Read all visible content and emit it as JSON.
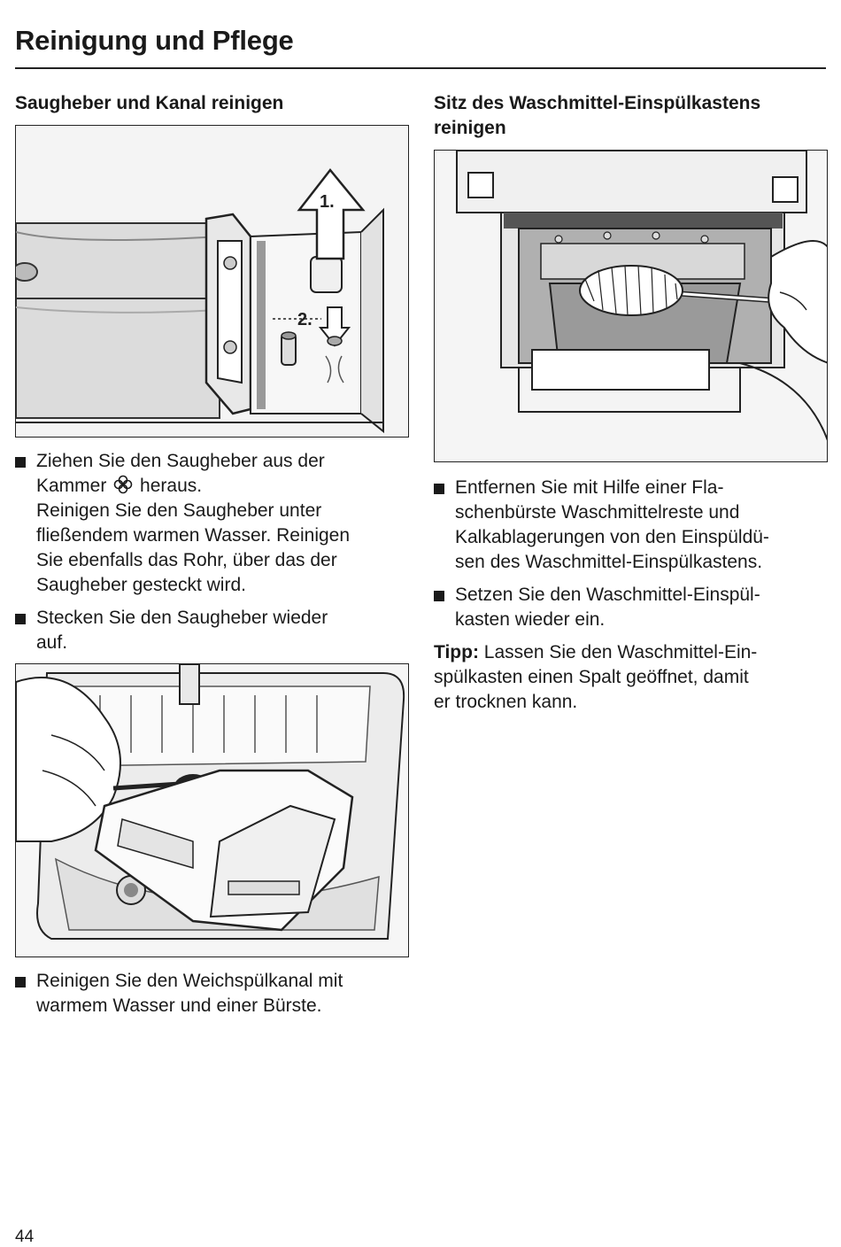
{
  "page": {
    "title": "Reinigung und Pflege",
    "number": "44"
  },
  "left": {
    "heading": "Saugheber und Kanal reinigen",
    "figure1": {
      "label_step1": "1.",
      "label_step2": "2."
    },
    "bullets_a": [
      {
        "lines": [
          "Ziehen Sie den Saugheber aus der",
          "Kammer",
          "heraus.",
          "Reinigen Sie den Saugheber unter",
          "fließendem warmen Wasser. Reinigen",
          "Sie ebenfalls das Rohr, über das der",
          "Saugheber gesteckt wird."
        ],
        "icon": "flower-compartment-icon"
      },
      {
        "lines": [
          "Stecken Sie den Saugheber wieder",
          "auf."
        ]
      }
    ],
    "bullets_b": [
      {
        "lines": [
          "Reinigen Sie den Weichspülkanal mit",
          "warmem Wasser und einer Bürste."
        ]
      }
    ]
  },
  "right": {
    "heading_lines": [
      "Sitz des Waschmittel-Einspülkastens",
      "reinigen"
    ],
    "bullets": [
      {
        "lines": [
          "Entfernen Sie mit Hilfe einer Fla-",
          "schenbürste Waschmittelreste und",
          "Kalkablagerungen von den Einspüldü-",
          "sen des Waschmittel-Einspülkastens."
        ]
      },
      {
        "lines": [
          "Setzen Sie den Waschmittel-Einspül-",
          "kasten wieder ein."
        ]
      }
    ],
    "tip": {
      "label": "Tipp:",
      "lines": [
        "Lassen Sie den Waschmittel-Ein-",
        "spülkasten einen Spalt geöffnet, damit",
        "er trocknen kann."
      ]
    }
  }
}
